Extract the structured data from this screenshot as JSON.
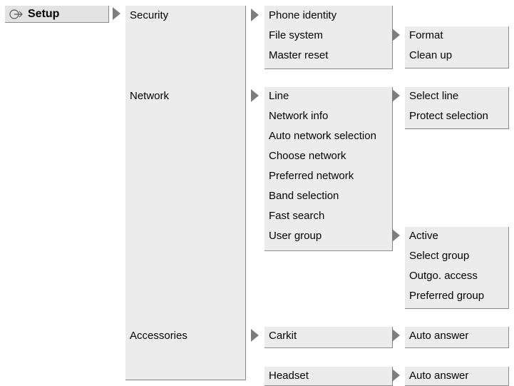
{
  "root": {
    "label": "Setup",
    "icon": "setup-icon"
  },
  "level1": [
    {
      "label": "Security"
    },
    {
      "label": "Network"
    },
    {
      "label": "Accessories"
    }
  ],
  "security_menu": [
    "Phone identity",
    "File system",
    "Master reset"
  ],
  "file_system_menu": [
    "Format",
    "Clean up"
  ],
  "network_menu": [
    "Line",
    "Network info",
    "Auto network selection",
    "Choose network",
    "Preferred network",
    "Band selection",
    "Fast search",
    "User group"
  ],
  "line_menu": [
    "Select line",
    "Protect selection"
  ],
  "user_group_menu": [
    "Active",
    "Select group",
    "Outgo. access",
    "Preferred group"
  ],
  "accessories_menu": [
    "Carkit",
    "Headset"
  ],
  "carkit_menu": [
    "Auto answer"
  ],
  "headset_menu": [
    "Auto answer"
  ]
}
